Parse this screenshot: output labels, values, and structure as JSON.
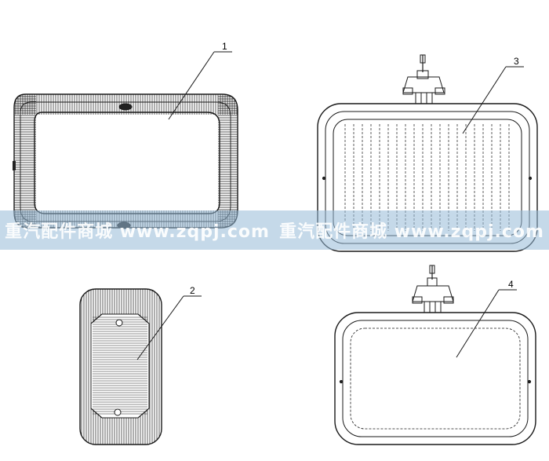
{
  "diagram": {
    "line_color": "#1a1a1a",
    "parts": [
      {
        "label": "1"
      },
      {
        "label": "2"
      },
      {
        "label": "3"
      },
      {
        "label": "4"
      }
    ]
  },
  "watermark": {
    "color": "#9ab9d6",
    "texts": [
      "重汽配件商城 www.zqpj.com",
      "重汽配件商城 www.zqpj.com"
    ]
  }
}
